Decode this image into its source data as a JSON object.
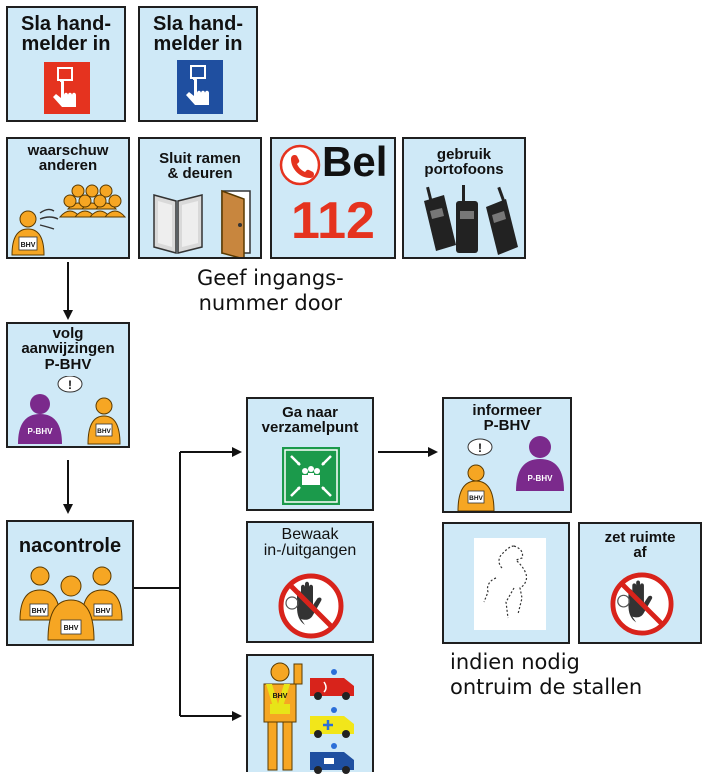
{
  "cards": {
    "handmelder_red": {
      "title": "Sla hand-\nmelder in",
      "icon": "red-fire-alarm-button-icon"
    },
    "handmelder_blue": {
      "title": "Sla hand-\nmelder in",
      "icon": "blue-alarm-button-icon"
    },
    "waarschuw": {
      "title": "waarschuw\nanderen",
      "icon": "warn-others-icon",
      "badge": "BHV"
    },
    "sluit": {
      "title": "Sluit ramen\n& deuren",
      "icon": "window-door-icon"
    },
    "bel": {
      "title": "Bel",
      "number": "112",
      "icon": "phone-icon"
    },
    "portofoons": {
      "title": "gebruik\nportofoons",
      "icon": "walkie-talkie-icon"
    },
    "volg": {
      "title": "volg\naanwijzingen\nP-BHV",
      "badge_p": "P-BHV",
      "badge": "BHV",
      "speech": "!"
    },
    "nacontrole": {
      "title": "nacontrole",
      "badge": "BHV"
    },
    "verzamelpunt": {
      "title": "Ga naar\nverzamelpunt",
      "icon": "assembly-point-icon"
    },
    "informeer": {
      "title": "informeer\nP-BHV",
      "badge_p": "P-BHV",
      "badge": "BHV",
      "speech": "!"
    },
    "bewaak": {
      "title": "Bewaak\nin-/uitgangen",
      "icon": "no-entry-hand-icon"
    },
    "stallen": {
      "icon": "horse-sketch-icon"
    },
    "zet": {
      "title": "zet ruimte\naf",
      "icon": "no-entry-hand-icon"
    },
    "hulpdiensten": {
      "icon": "emergency-services-icon",
      "badge": "BHV"
    }
  },
  "captions": {
    "geef": "Geef ingangs-\nnummer door",
    "indien": "indien nodig\nontruim de stallen"
  },
  "colors": {
    "card_bg": "#cfe9f7",
    "alarm_red": "#e5331f",
    "alarm_blue": "#1f4fa0",
    "person_orange": "#f6a623",
    "person_purple": "#7b2a8c",
    "green_sign": "#1b9a4b",
    "prohibition_red": "#d8231b"
  }
}
